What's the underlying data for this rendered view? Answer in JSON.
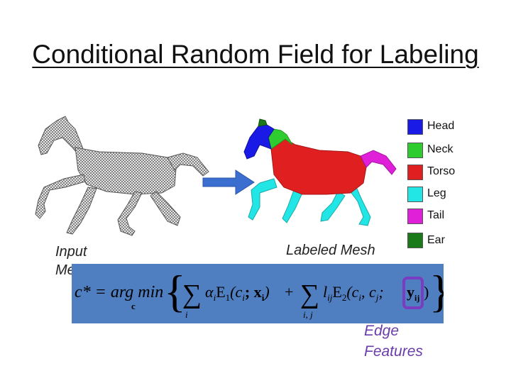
{
  "title": "Conditional Random Field for Labeling",
  "legend": [
    {
      "label": "Head",
      "color": "#1a1ae6"
    },
    {
      "label": "Neck",
      "color": "#2ecc2e"
    },
    {
      "label": "Torso",
      "color": "#e02020"
    },
    {
      "label": "Leg",
      "color": "#22e6e6"
    },
    {
      "label": "Tail",
      "color": "#e020d8"
    },
    {
      "label": "Ear",
      "color": "#1a7a1a"
    }
  ],
  "captions": {
    "input_mesh_line1": "Input",
    "input_mesh_line2": "Mesh",
    "labeled_mesh": "Labeled Mesh",
    "edge_features_line1": "Edge",
    "edge_features_line2": "Features"
  },
  "formula": {
    "lhs": "c* = arg min",
    "argmin_sub": "c",
    "term1_sum_index": "i",
    "term1": "α",
    "term1_sub": "i",
    "term1_energy": "E",
    "term1_energy_sub": "1",
    "term1_args": "(c",
    "term1_args_sub": "i",
    "term1_args_rest": "; x",
    "term1_args_rest_sub": "i",
    "term1_close": ")",
    "plus": "+",
    "term2_sum_index": "i, j",
    "term2_coef": "l",
    "term2_coef_sub": "ij",
    "term2_energy": "E",
    "term2_energy_sub": "2",
    "term2_args": "(c",
    "term2_args_sub1": "i",
    "term2_args_mid": ", c",
    "term2_args_sub2": "j",
    "term2_args_sep": ";",
    "edge_feature": "y",
    "edge_feature_sub": "ij",
    "term2_close": ")",
    "highlight_color": "#7a3cc0"
  },
  "arrow_color": "#3a6fd0"
}
